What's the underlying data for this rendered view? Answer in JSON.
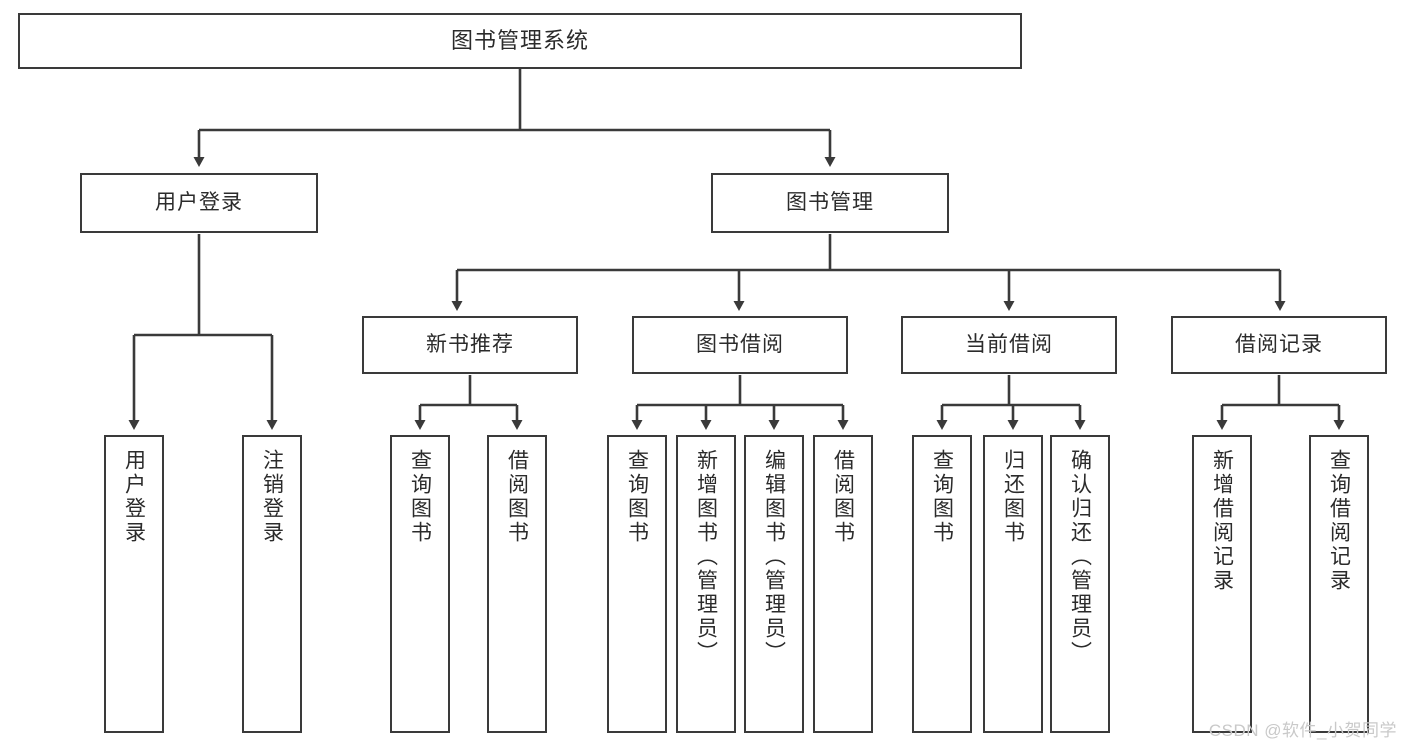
{
  "diagram": {
    "type": "tree-hierarchy",
    "title": "图书管理系统",
    "watermark": "CSDN @软件_小贺同学",
    "colors": {
      "stroke": "#3a3a3a",
      "fill": "#ffffff",
      "text": "#2b2b2b",
      "watermark": "#c9c9c9"
    },
    "nodes": {
      "root": {
        "label": "图书管理系统"
      },
      "level1": [
        {
          "id": "user-login",
          "label": "用户登录"
        },
        {
          "id": "book-manage",
          "label": "图书管理"
        }
      ],
      "level2": [
        {
          "id": "new-book-recommend",
          "label": "新书推荐"
        },
        {
          "id": "book-borrow",
          "label": "图书借阅"
        },
        {
          "id": "current-borrow",
          "label": "当前借阅"
        },
        {
          "id": "borrow-record",
          "label": "借阅记录"
        }
      ],
      "leaves": {
        "user-login": [
          {
            "id": "leaf-user-login",
            "label": "用户登录"
          },
          {
            "id": "leaf-logout-login",
            "label": "注销登录"
          }
        ],
        "new-book-recommend": [
          {
            "id": "leaf-query-book-1",
            "label": "查询图书"
          },
          {
            "id": "leaf-borrow-book-1",
            "label": "借阅图书"
          }
        ],
        "book-borrow": [
          {
            "id": "leaf-query-book-2",
            "label": "查询图书"
          },
          {
            "id": "leaf-add-book",
            "label": "新增图书（管理员）"
          },
          {
            "id": "leaf-edit-book",
            "label": "编辑图书（管理员）"
          },
          {
            "id": "leaf-borrow-book-2",
            "label": "借阅图书"
          }
        ],
        "current-borrow": [
          {
            "id": "leaf-query-book-3",
            "label": "查询图书"
          },
          {
            "id": "leaf-return-book",
            "label": "归还图书"
          },
          {
            "id": "leaf-confirm-return",
            "label": "确认归还（管理员）"
          }
        ],
        "borrow-record": [
          {
            "id": "leaf-add-record",
            "label": "新增借阅记录"
          },
          {
            "id": "leaf-query-record",
            "label": "查询借阅记录"
          }
        ]
      }
    }
  }
}
